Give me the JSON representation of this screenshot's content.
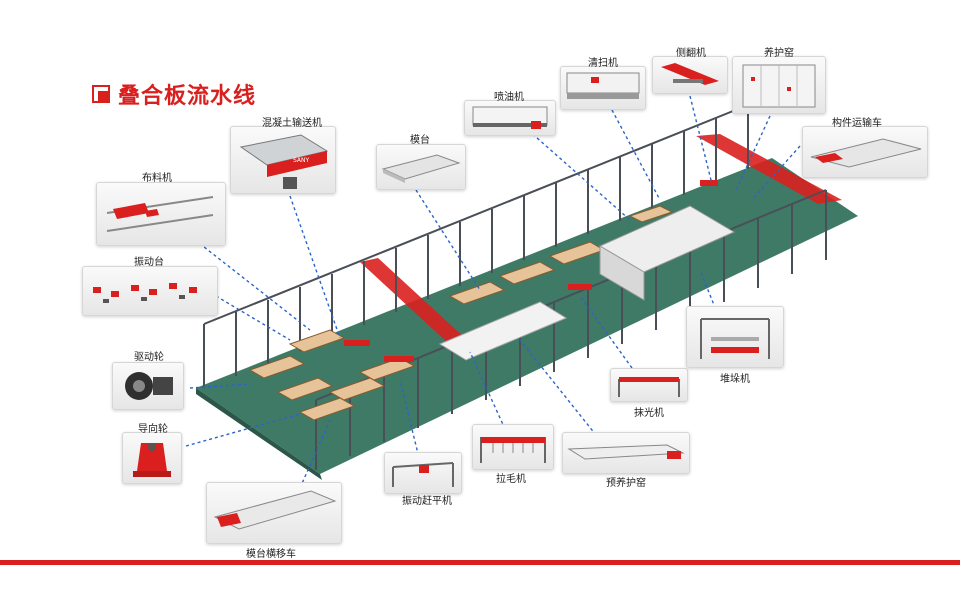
{
  "title": "叠合板流水线",
  "colors": {
    "accent": "#d9201f",
    "floor": "#3f7a66",
    "frame": "#4a4f57",
    "leader": "#2b64c8"
  },
  "thumbnails": {
    "concrete_conveyor": {
      "label": "混凝土输送机",
      "icon": "concrete-conveyor-icon",
      "badge": "SANY"
    },
    "formwork_platform": {
      "label": "模台",
      "icon": "formwork-platform-icon"
    },
    "oil_sprayer": {
      "label": "喷油机",
      "icon": "oil-sprayer-icon"
    },
    "cleaner": {
      "label": "清扫机",
      "icon": "cleaner-icon"
    },
    "side_tilter": {
      "label": "侧翻机",
      "icon": "side-tilter-icon"
    },
    "curing_kiln": {
      "label": "养护窑",
      "icon": "curing-kiln-icon"
    },
    "component_cart": {
      "label": "构件运输车",
      "icon": "component-cart-icon"
    },
    "distributor": {
      "label": "布料机",
      "icon": "distributor-icon"
    },
    "vibration_table": {
      "label": "振动台",
      "icon": "vibration-table-icon"
    },
    "drive_wheel": {
      "label": "驱动轮",
      "icon": "drive-wheel-icon"
    },
    "guide_wheel": {
      "label": "导向轮",
      "icon": "guide-wheel-icon"
    },
    "platform_transfer": {
      "label": "模台横移车",
      "icon": "platform-transfer-icon"
    },
    "vibrating_leveler": {
      "label": "振动赶平机",
      "icon": "vibrating-leveler-icon"
    },
    "roughener": {
      "label": "拉毛机",
      "icon": "roughener-icon"
    },
    "pre_curing_kiln": {
      "label": "预养护窑",
      "icon": "pre-curing-kiln-icon"
    },
    "trowel": {
      "label": "抹光机",
      "icon": "trowel-icon"
    },
    "stacker": {
      "label": "堆垛机",
      "icon": "stacker-icon"
    }
  }
}
